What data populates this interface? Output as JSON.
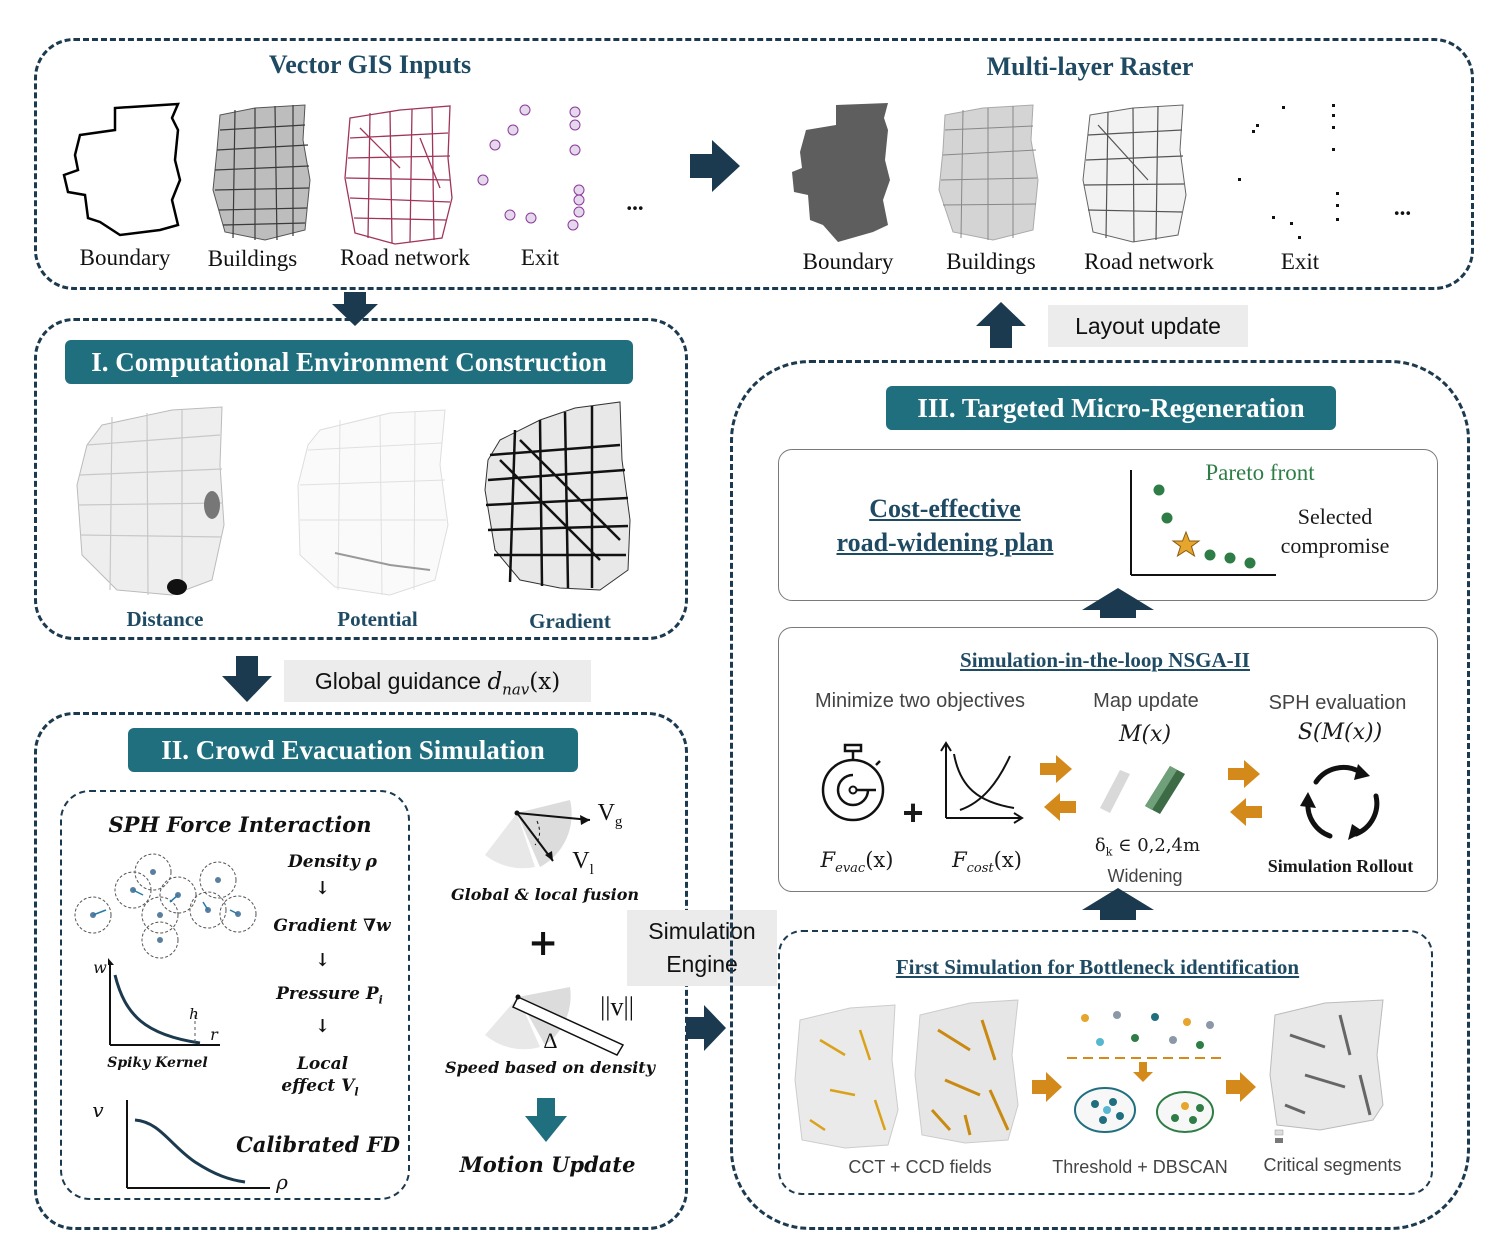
{
  "top": {
    "left_title": "Vector GIS Inputs",
    "right_title": "Multi-layer Raster",
    "vector_labels": [
      "Boundary",
      "Buildings",
      "Road network",
      "Exit"
    ],
    "raster_labels": [
      "Boundary",
      "Buildings",
      "Road network",
      "Exit"
    ],
    "ellipsis": "...",
    "layout_update": "Layout  update"
  },
  "section1": {
    "title": "I. Computational Environment Construction",
    "maps": [
      "Distance",
      "Potential",
      "Gradient"
    ],
    "guidance_prefix": "Global guidance ",
    "guidance_math": "d",
    "guidance_sub": "nav",
    "guidance_arg": "(x)"
  },
  "section2": {
    "title": "II. Crowd Evacuation Simulation",
    "sph_title": "SPH Force Interaction",
    "steps": [
      "Density ρ",
      "Gradient ∇w",
      "Pressure P",
      "Local",
      "effect V"
    ],
    "kernel_w": "w",
    "kernel_h": "h",
    "kernel_r": "r",
    "kernel_label": "Spiky Kernel",
    "fd_v": "v",
    "fd_rho": "ρ",
    "fd_label": "Calibrated FD",
    "vg": "V",
    "vl": "V",
    "fusion_label": "Global & local fusion",
    "speed_norm": "||v||",
    "delta": "Δ",
    "speed_label": "Speed based on density",
    "motion_update": "Motion Update",
    "plus": "+"
  },
  "engine": {
    "line1": "Simulation",
    "line2": "Engine"
  },
  "section3": {
    "title": "III. Targeted Micro-Regeneration",
    "plan_line1": "Cost-effective",
    "plan_line2": "road-widening plan",
    "pareto_label": "Pareto front",
    "selected_line1": "Selected",
    "selected_line2": "compromise",
    "nsga_title": "Simulation-in-the-loop NSGA-II",
    "minimize": "Minimize two objectives",
    "f_evac": "F",
    "f_evac_sub": "evac",
    "f_cost": "F",
    "f_cost_sub": "cost",
    "arg_x": "(x)",
    "map_update": "Map update",
    "map_math": "M(x)",
    "delta_k": "δ",
    "delta_set": " ∈ 0,2,4m",
    "widening": "Widening",
    "sph_eval": "SPH evaluation",
    "sph_math": "S(M(x))",
    "rollout": "Simulation Rollout",
    "first_sim": "First Simulation for Bottleneck identification",
    "cct_label": "CCT + CCD fields",
    "dbscan_label": "Threshold + DBSCAN",
    "critical_label": "Critical segments"
  },
  "colors": {
    "navy": "#1c3a4f",
    "teal": "#1f6f7f",
    "orange": "#d48a1a",
    "green": "#2e7d46",
    "road": "#a0355a"
  }
}
